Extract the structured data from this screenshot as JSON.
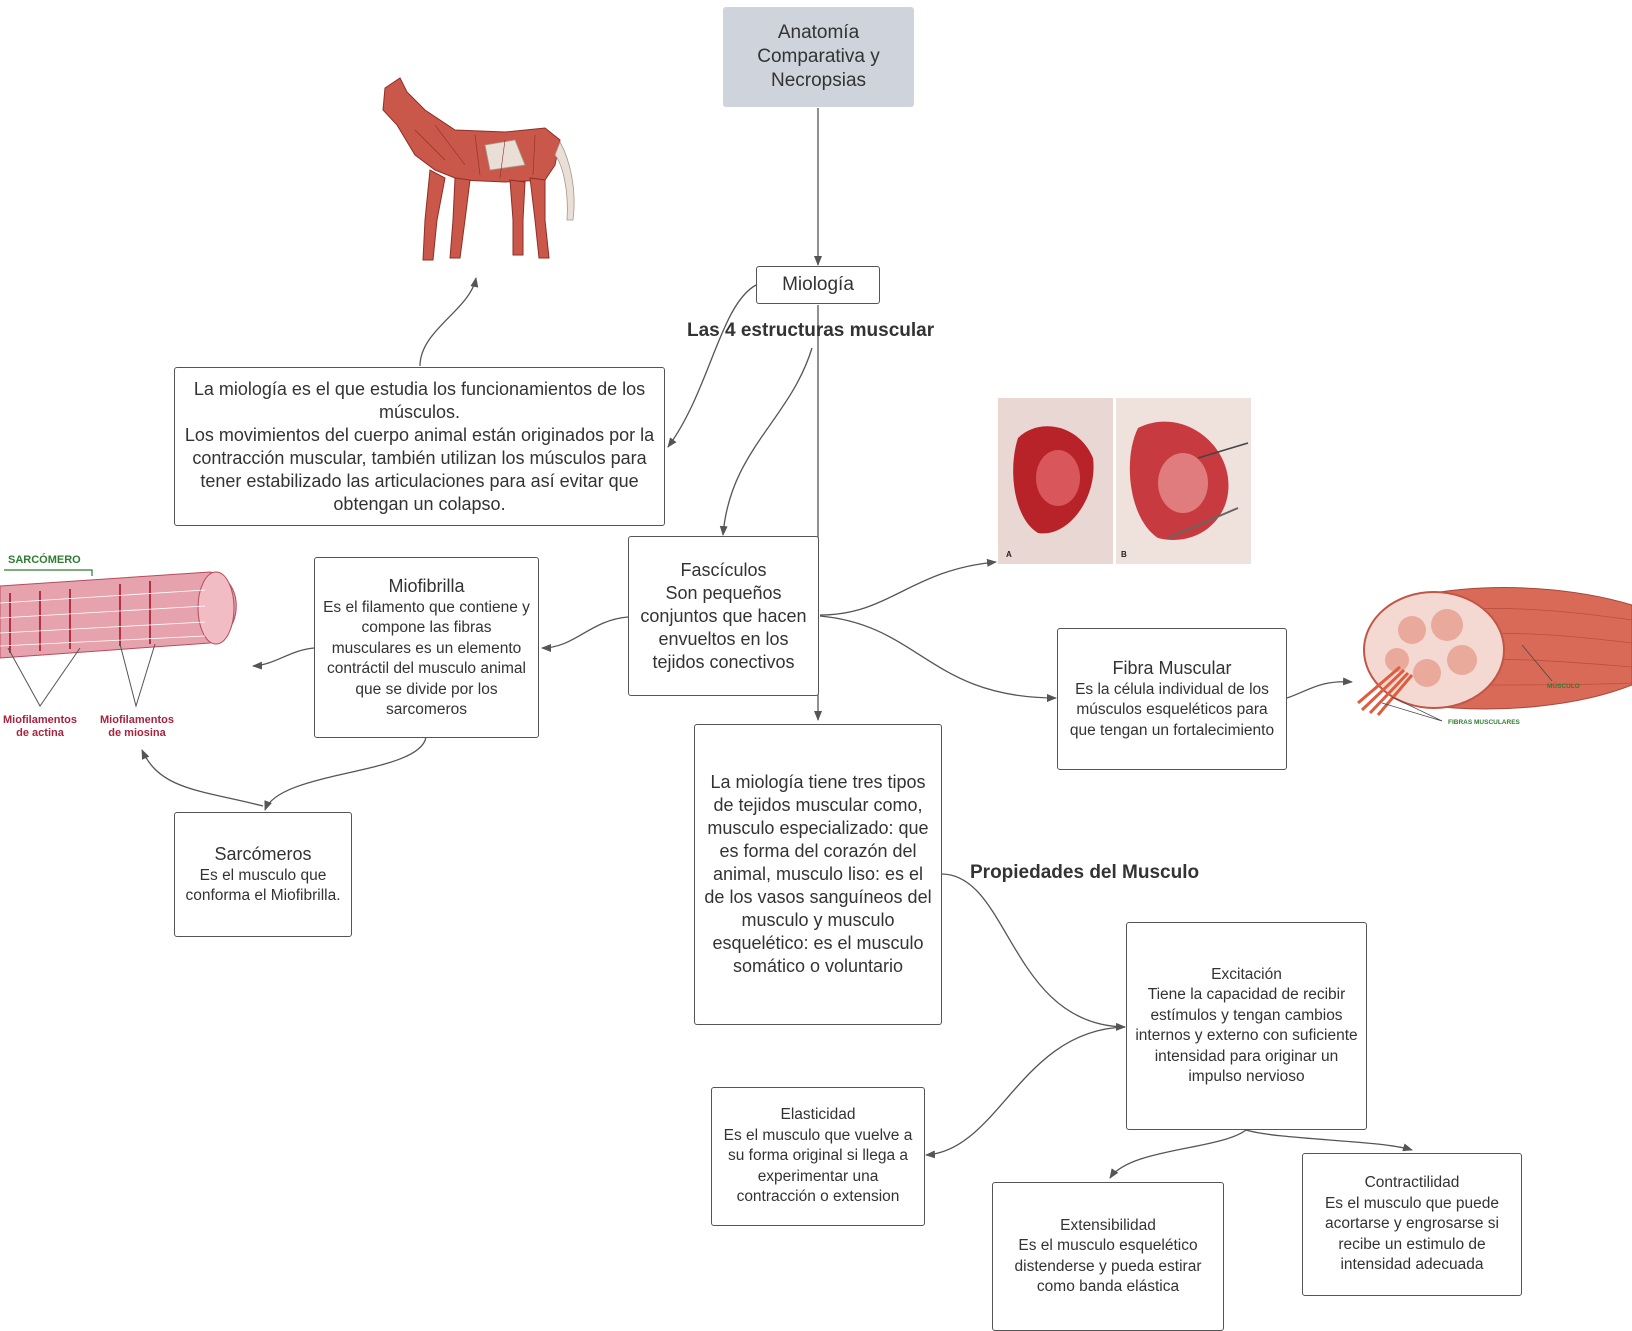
{
  "root": {
    "text": "Anatomía\nComparativa y\nNecropsias"
  },
  "miologia": {
    "text": "Miología"
  },
  "labels": {
    "estructuras": "Las 4 estructuras muscular",
    "propiedades": "Propiedades del Musculo"
  },
  "definicion": {
    "text": "La miología es el que estudia los funcionamientos de los músculos.\nLos movimientos del cuerpo animal están originados por la contracción muscular, también utilizan los músculos para tener estabilizado las articulaciones para así evitar que obtengan un colapso."
  },
  "fasciculos": {
    "text": "Fascículos\nSon pequeños conjuntos que hacen envueltos en los tejidos conectivos"
  },
  "miofibrilla": {
    "title": "Miofibrilla",
    "text": "Es el filamento que contiene y compone las fibras musculares es un elemento contráctil del musculo animal que se divide por los sarcomeros"
  },
  "sarcomeros": {
    "title": "Sarcómeros",
    "text": "Es el musculo que conforma el Miofibrilla."
  },
  "fibra_muscular": {
    "title": "Fibra Muscular",
    "text": "Es la célula individual de los músculos esqueléticos para que tengan un fortalecimiento"
  },
  "tipos_tejidos": {
    "text": "La miología tiene tres tipos de tejidos muscular como, musculo especializado: que es forma del corazón del animal, musculo liso: es el de los vasos sanguíneos del musculo y musculo esquelético: es el musculo somático o voluntario"
  },
  "excitacion": {
    "title": "Excitación",
    "text": "Tiene la capacidad de recibir estímulos y tengan cambios internos y externo con suficiente intensidad para originar un impulso nervioso"
  },
  "elasticidad": {
    "title": "Elasticidad",
    "text": "Es el musculo que vuelve a su forma original si llega a experimentar una contracción o extension"
  },
  "extensibilidad": {
    "title": "Extensibilidad",
    "text": "Es el musculo esquelético distenderse y pueda estirar como banda elástica"
  },
  "contractilidad": {
    "title": "Contractilidad",
    "text": "Es el musculo que puede acortarse y engrosarse si recibe un estimulo de intensidad adecuada"
  },
  "illustrations": {
    "sarcomere_labels": {
      "sarcomero": "SARCÓMERO",
      "actina": "Miofilamentos\nde actina",
      "miosina": "Miofilamentos\nde miosina"
    },
    "surgery_labels": {
      "a": "A",
      "b": "B"
    },
    "muscle_labels": {
      "musculo": "MÚSCULO",
      "fibras": "FIBRAS MUSCULARES"
    }
  },
  "colors": {
    "node_border": "#555555",
    "root_fill": "#ced3dc",
    "connector": "#555555",
    "muscle_red": "#c94a3d",
    "sarcomere_pink": "#e7a3ad"
  }
}
